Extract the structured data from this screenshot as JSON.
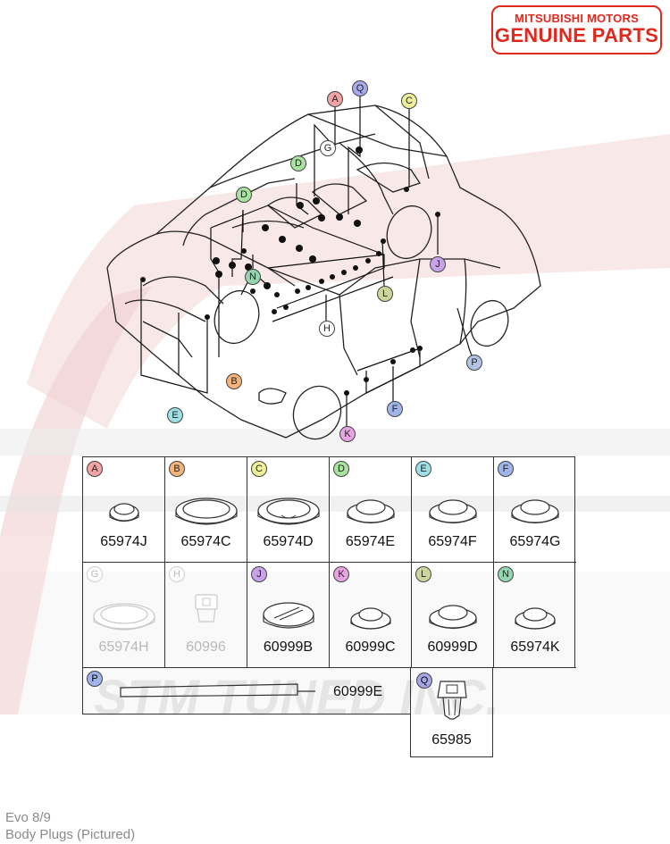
{
  "logo": {
    "line1": "MITSUBISHI MOTORS",
    "line2": "GENUINE PARTS",
    "color": "#e0281c"
  },
  "watermark": "STM TUNED INC.",
  "callouts": [
    {
      "letter": "A",
      "color": "#f2a3a3"
    },
    {
      "letter": "Q",
      "color": "#a9a9ee"
    },
    {
      "letter": "C",
      "color": "#eef099"
    },
    {
      "letter": "G",
      "color": "#ffffff"
    },
    {
      "letter": "D",
      "color": "#a9e3a0"
    },
    {
      "letter": "D",
      "color": "#a9e3a0"
    },
    {
      "letter": "N",
      "color": "#93d6b0"
    },
    {
      "letter": "J",
      "color": "#c9a3ea"
    },
    {
      "letter": "L",
      "color": "#cbd79a"
    },
    {
      "letter": "H",
      "color": "#ffffff"
    },
    {
      "letter": "B",
      "color": "#f4b37a"
    },
    {
      "letter": "E",
      "color": "#9fe0e6"
    },
    {
      "letter": "F",
      "color": "#9fb4e8"
    },
    {
      "letter": "K",
      "color": "#e8a3e3"
    },
    {
      "letter": "P",
      "color": "#b3c3e6"
    }
  ],
  "parts": [
    {
      "letter": "A",
      "color": "#f2a3a3",
      "number": "65974J",
      "faded": false
    },
    {
      "letter": "B",
      "color": "#f4b37a",
      "number": "65974C",
      "faded": false
    },
    {
      "letter": "C",
      "color": "#eef099",
      "number": "65974D",
      "faded": false
    },
    {
      "letter": "D",
      "color": "#a9e3a0",
      "number": "65974E",
      "faded": false
    },
    {
      "letter": "E",
      "color": "#9fe0e6",
      "number": "65974F",
      "faded": false
    },
    {
      "letter": "F",
      "color": "#9fb4e8",
      "number": "65974G",
      "faded": false
    },
    {
      "letter": "G",
      "color": "#ffffff",
      "number": "65974H",
      "faded": true
    },
    {
      "letter": "H",
      "color": "#ffffff",
      "number": "60996",
      "faded": true
    },
    {
      "letter": "J",
      "color": "#c9a3ea",
      "number": "60999B",
      "faded": false
    },
    {
      "letter": "K",
      "color": "#e8a3e3",
      "number": "60999C",
      "faded": false
    },
    {
      "letter": "L",
      "color": "#cbd79a",
      "number": "60999D",
      "faded": false
    },
    {
      "letter": "N",
      "color": "#93d6b0",
      "number": "65974K",
      "faded": false
    }
  ],
  "part_p": {
    "letter": "P",
    "number": "60999E"
  },
  "part_q": {
    "letter": "Q",
    "number": "65985"
  },
  "caption": {
    "line1": "Evo 8/9",
    "line2": "Body Plugs  (Pictured)"
  }
}
